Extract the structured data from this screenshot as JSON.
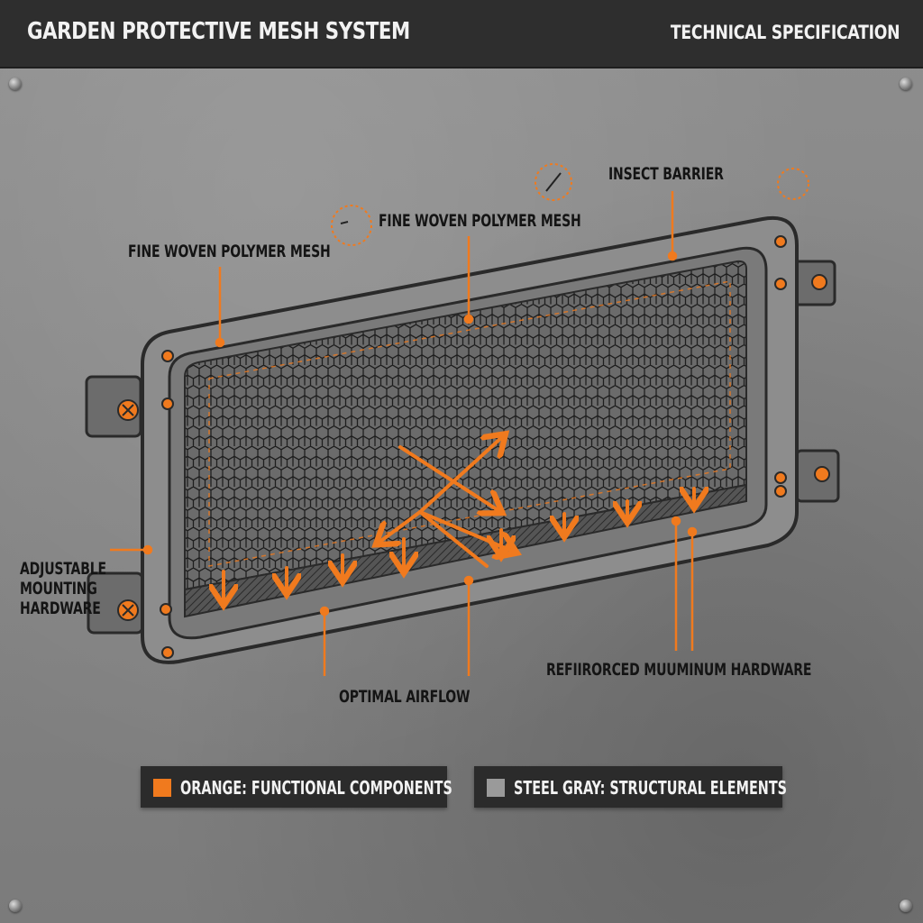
{
  "header": {
    "title": "GARDEN PROTECTIVE MESH SYSTEM",
    "subtitle": "TECHNICAL SPECIFICATION"
  },
  "labels": {
    "insect_barrier": "INSECT BARRIER",
    "fine_mesh_center": "FINE WOVEN POLYMER MESH",
    "fine_mesh_left": "FINE WOVEN POLYMER MESH",
    "adjustable_hardware": "ADJUSTABLE MOUNTING HARDWARE",
    "reinforced_hardware": "REFIIRORCED MUUMINUM HARDWARE",
    "optimal_airflow": "OPTIMAL AIRFLOW"
  },
  "legend": [
    {
      "label": "ORANGE: FUNCTIONAL COMPONENTS",
      "color": "#f07a1e"
    },
    {
      "label": "STEEL GRAY: STRUCTURAL ELEMENTS",
      "color": "#9a9a9a"
    }
  ],
  "colors": {
    "accent": "#f07a1e",
    "frame": "#8c8c8c",
    "frame_dark": "#3a3a3a",
    "header_bg": "#2e2e2e"
  }
}
